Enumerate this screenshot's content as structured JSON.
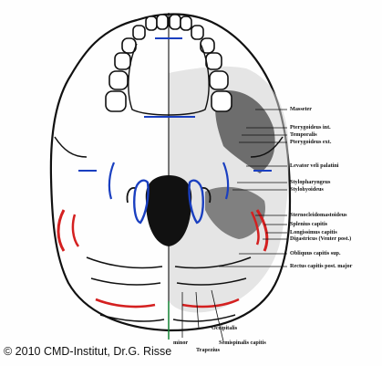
{
  "copyright": "© 2010 CMD-Institut, Dr.G. Risse",
  "colors": {
    "red": "#d42020",
    "blue": "#1a3fc0",
    "ink": "#111111"
  },
  "muscle_labels": [
    "Masseter",
    "Pterygoideus int.",
    "Temporalis",
    "Pterygoideus ext.",
    "Levator veli palatini",
    "Stylopharyngeus",
    "Stylohyoideus",
    "Sternocleidomastoideus",
    "Splenius capitis",
    "Longissimus capitis",
    "Digastricus (Venter post.)",
    "Obliquus capitis sup.",
    "Rectus capitis post. major"
  ],
  "bottom_labels": {
    "occipitalis": "Occipitalis",
    "semispinalis": "Semispinalis capitis",
    "trapezius": "Trapezius",
    "minor": "minor"
  }
}
